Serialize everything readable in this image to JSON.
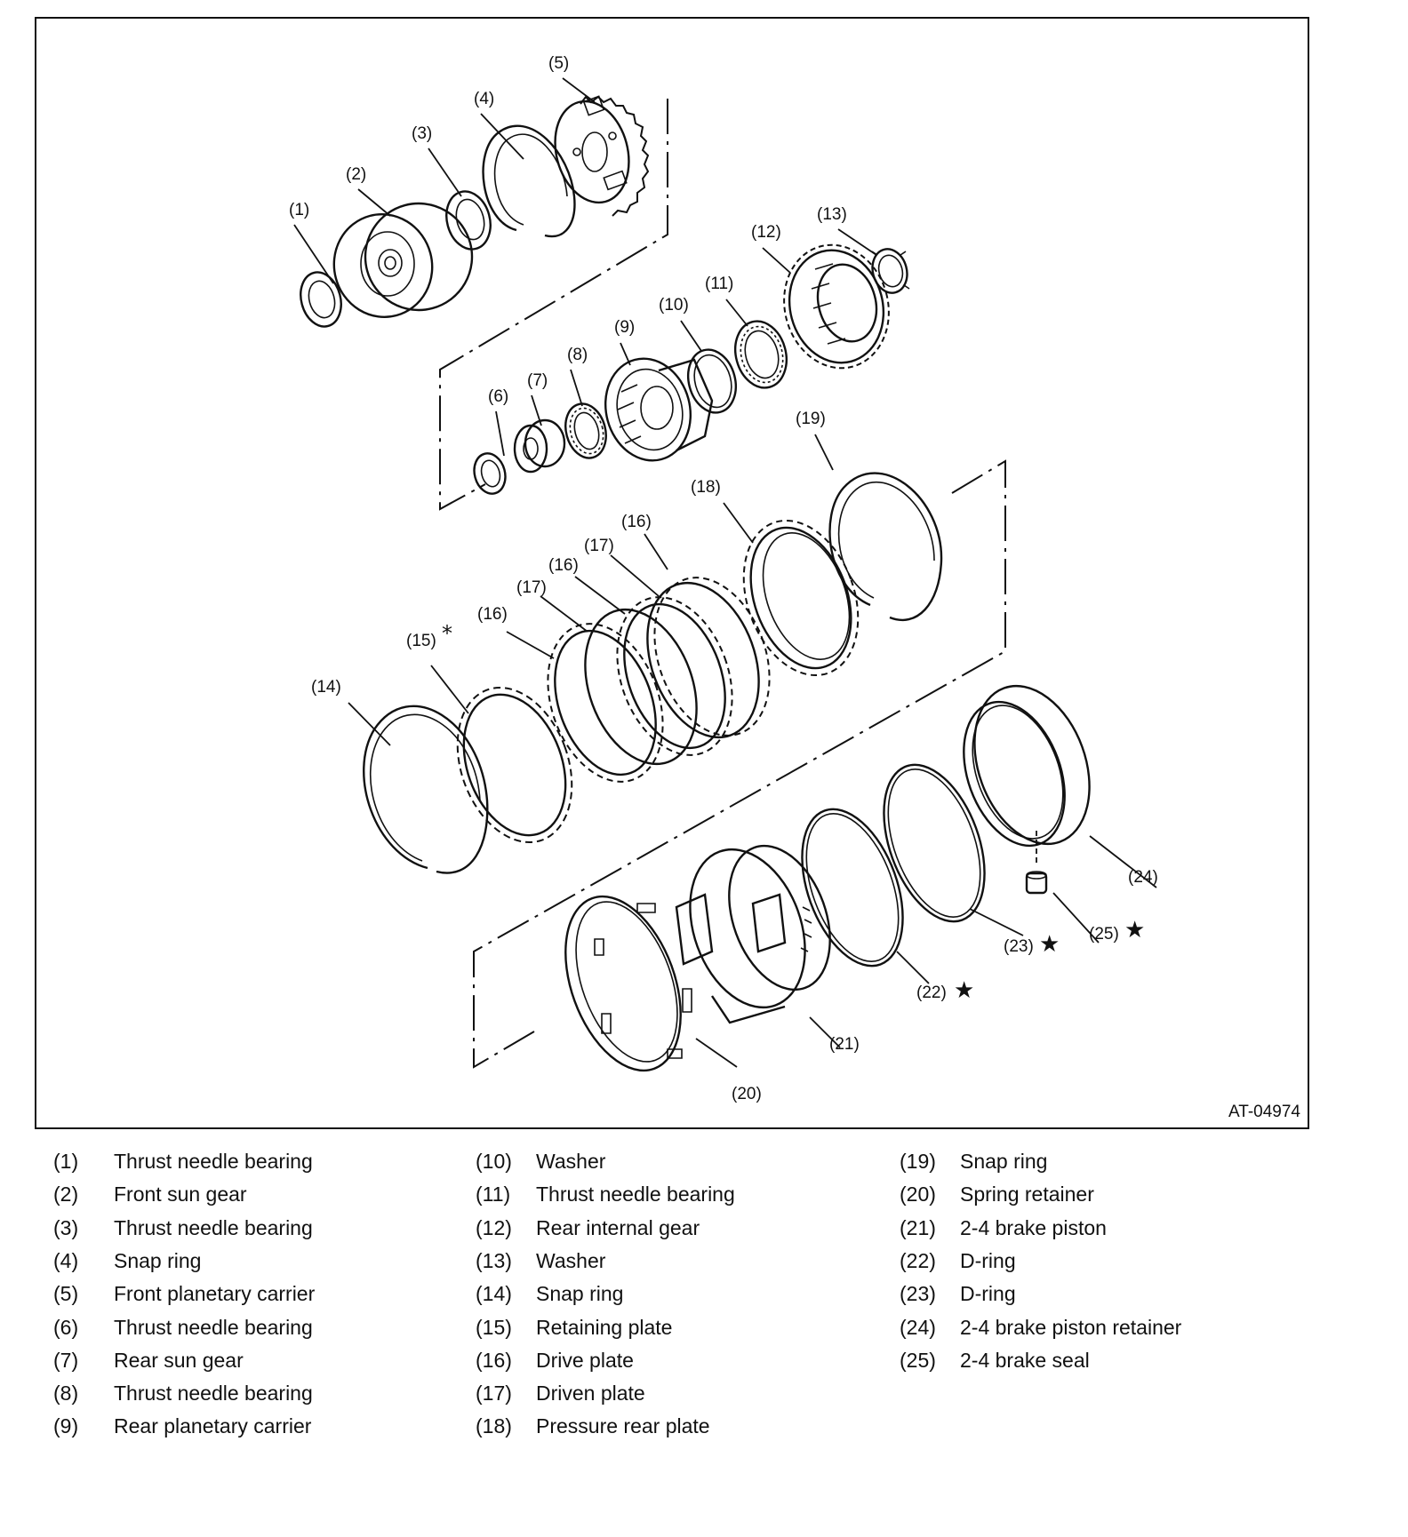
{
  "figure_id": "AT-04974",
  "callouts": {
    "c1": "(1)",
    "c2": "(2)",
    "c3": "(3)",
    "c4": "(4)",
    "c5": "(5)",
    "c6": "(6)",
    "c7": "(7)",
    "c8": "(8)",
    "c9": "(9)",
    "c10": "(10)",
    "c11": "(11)",
    "c12": "(12)",
    "c13": "(13)",
    "c14": "(14)",
    "c15": "(15)",
    "c16a": "(16)",
    "c16b": "(16)",
    "c16c": "(16)",
    "c17a": "(17)",
    "c17b": "(17)",
    "c18": "(18)",
    "c19": "(19)",
    "c20": "(20)",
    "c21": "(21)",
    "c22": "(22)",
    "c23": "(23)",
    "c24": "(24)",
    "c25": "(25)"
  },
  "symbols": {
    "asterisk": "*",
    "star": "★"
  },
  "legend": {
    "col1": [
      {
        "num": "(1)",
        "label": "Thrust needle bearing"
      },
      {
        "num": "(2)",
        "label": "Front sun gear"
      },
      {
        "num": "(3)",
        "label": "Thrust needle bearing"
      },
      {
        "num": "(4)",
        "label": "Snap ring"
      },
      {
        "num": "(5)",
        "label": "Front planetary carrier"
      },
      {
        "num": "(6)",
        "label": "Thrust needle bearing"
      },
      {
        "num": "(7)",
        "label": "Rear sun gear"
      },
      {
        "num": "(8)",
        "label": "Thrust needle bearing"
      },
      {
        "num": "(9)",
        "label": "Rear planetary carrier"
      }
    ],
    "col2": [
      {
        "num": "(10)",
        "label": "Washer"
      },
      {
        "num": "(11)",
        "label": "Thrust needle bearing"
      },
      {
        "num": "(12)",
        "label": "Rear internal gear"
      },
      {
        "num": "(13)",
        "label": "Washer"
      },
      {
        "num": "(14)",
        "label": "Snap ring"
      },
      {
        "num": "(15)",
        "label": "Retaining plate"
      },
      {
        "num": "(16)",
        "label": "Drive plate"
      },
      {
        "num": "(17)",
        "label": "Driven plate"
      },
      {
        "num": "(18)",
        "label": "Pressure rear plate"
      }
    ],
    "col3": [
      {
        "num": "(19)",
        "label": "Snap ring"
      },
      {
        "num": "(20)",
        "label": "Spring retainer"
      },
      {
        "num": "(21)",
        "label": "2-4 brake piston"
      },
      {
        "num": "(22)",
        "label": "D-ring"
      },
      {
        "num": "(23)",
        "label": "D-ring"
      },
      {
        "num": "(24)",
        "label": "2-4 brake piston retainer"
      },
      {
        "num": "(25)",
        "label": "2-4 brake seal"
      }
    ]
  }
}
